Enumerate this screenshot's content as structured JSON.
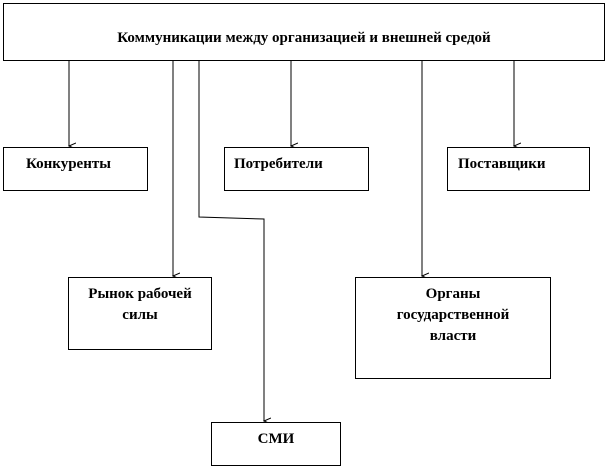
{
  "title": "Коммуникации между организацией и внешней средой",
  "nodes": {
    "competitors": "Конкуренты",
    "consumers": "Потребители",
    "suppliers": "Поставщики",
    "labor_market": "Рынок рабочей силы",
    "government": "Органы государственной власти",
    "media": "СМИ"
  }
}
